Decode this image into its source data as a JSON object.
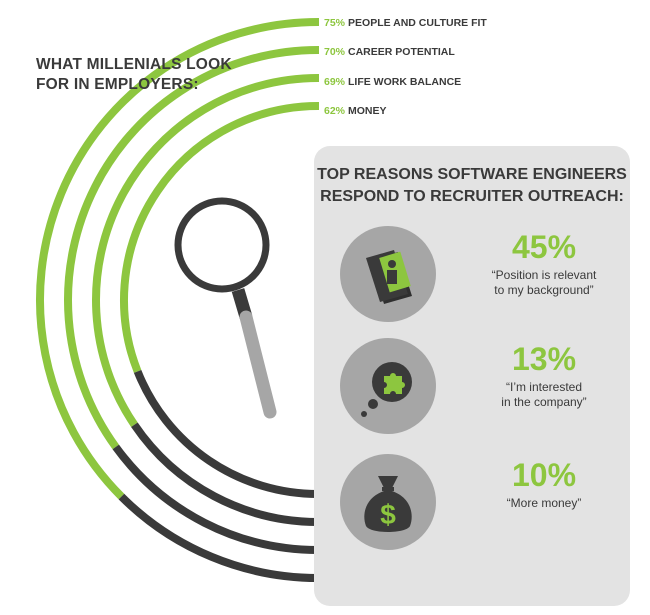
{
  "headline": {
    "line1": "WHAT MILLENIALS LOOK",
    "line2": "FOR IN EMPLOYERS:"
  },
  "chart_data": {
    "type": "radial-bar",
    "title": "WHAT MILLENIALS LOOK FOR IN EMPLOYERS:",
    "unit": "%",
    "categories": [
      "PEOPLE AND CULTURE FIT",
      "CAREER POTENTIAL",
      "LIFE WORK BALANCE",
      "MONEY"
    ],
    "values": [
      75,
      70,
      69,
      62
    ],
    "value_labels": [
      "75%",
      "70%",
      "69%",
      "62%"
    ],
    "colors": {
      "filled": "#8dc63f",
      "remaining": "#3a3a3a"
    }
  },
  "panel": {
    "title_line1": "TOP REASONS SOFTWARE ENGINEERS",
    "title_line2": "RESPOND TO RECRUITER OUTREACH:",
    "reasons": [
      {
        "value": "45%",
        "quote_lines": [
          "“Position is relevant",
          "to my background”"
        ],
        "icon": "book-profile-icon"
      },
      {
        "value": "13%",
        "quote_lines": [
          "“I’m interested",
          "in the company”"
        ],
        "icon": "thought-bubble-puzzle-icon"
      },
      {
        "value": "10%",
        "quote_lines": [
          "“More money”"
        ],
        "icon": "money-bag-icon"
      }
    ]
  },
  "decor": {
    "magnifier_icon": "magnifying-glass-icon"
  }
}
